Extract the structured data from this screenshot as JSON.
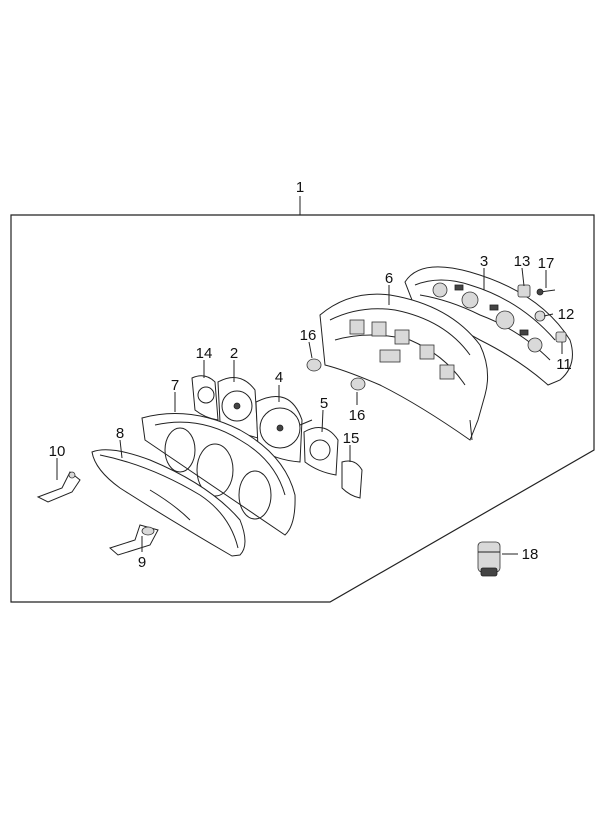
{
  "diagram": {
    "callouts": [
      "1",
      "2",
      "3",
      "4",
      "5",
      "6",
      "7",
      "8",
      "9",
      "10",
      "11",
      "12",
      "13",
      "14",
      "15",
      "16",
      "16",
      "17",
      "18"
    ]
  },
  "colors": {
    "ink": "#222222",
    "background": "#ffffff"
  }
}
